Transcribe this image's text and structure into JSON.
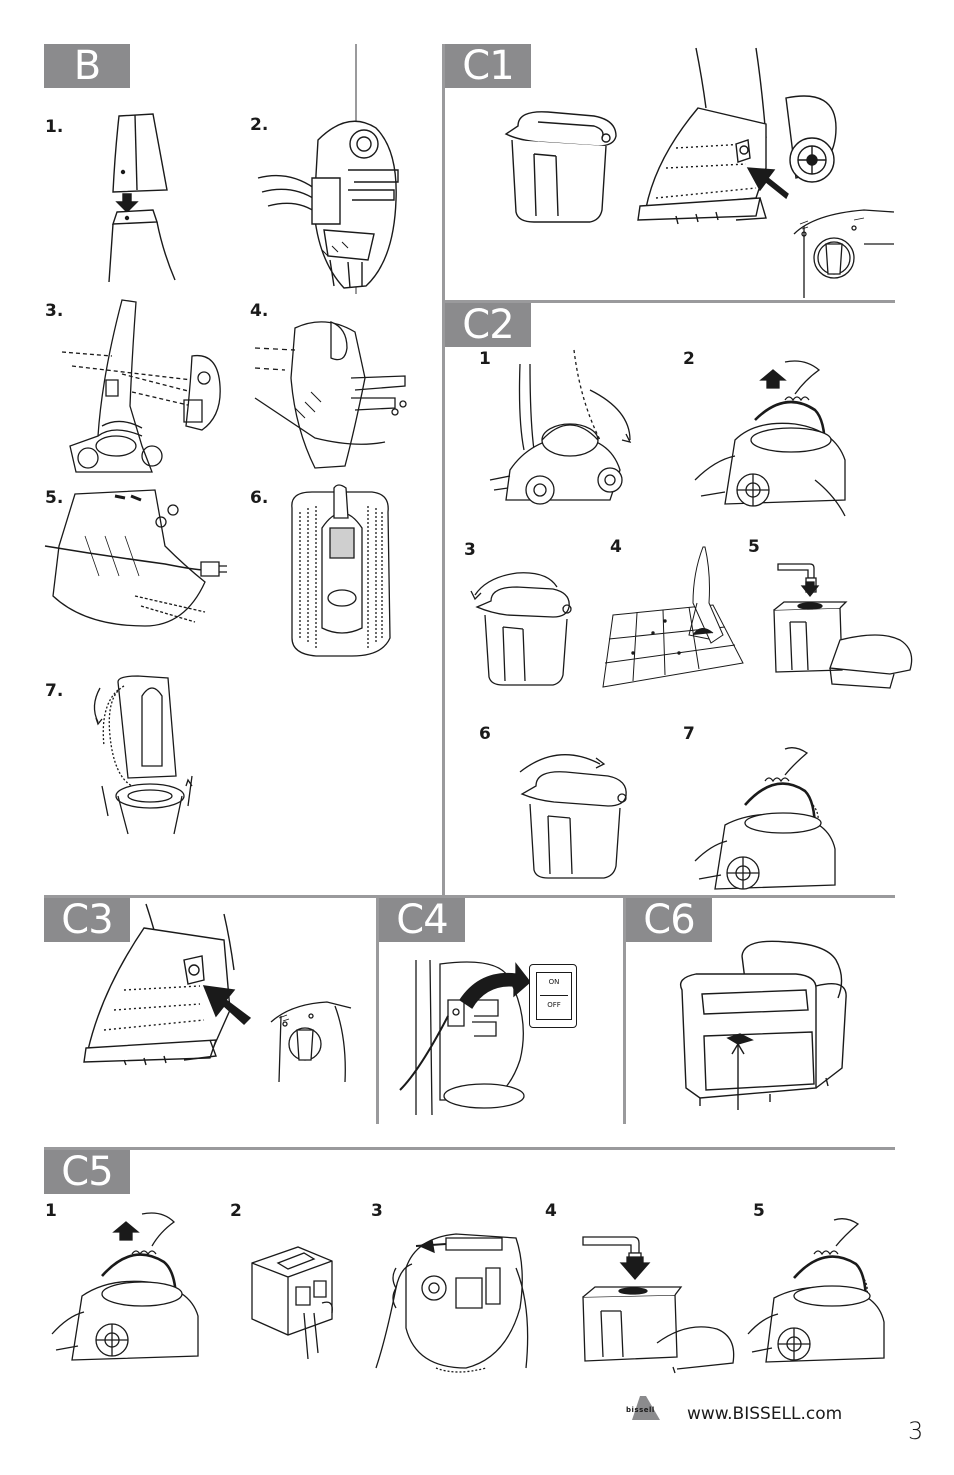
{
  "sections": {
    "B": {
      "label": "B",
      "steps": [
        "1.",
        "2.",
        "3.",
        "4.",
        "5.",
        "6.",
        "7."
      ]
    },
    "C1": {
      "label": "C1"
    },
    "C2": {
      "label": "C2",
      "steps": [
        "1",
        "2",
        "3",
        "4",
        "5",
        "6",
        "7"
      ]
    },
    "C3": {
      "label": "C3"
    },
    "C4": {
      "label": "C4"
    },
    "C6": {
      "label": "C6"
    },
    "C5": {
      "label": "C5",
      "steps": [
        "1",
        "2",
        "3",
        "4",
        "5"
      ]
    }
  },
  "switch": {
    "on": "ON",
    "off": "OFF"
  },
  "footer": {
    "brand": "BISSELL",
    "url": "www.BISSELL.com",
    "page_number": "3"
  },
  "colors": {
    "label_bg": "#8b8b8d",
    "rule": "#9a9a9c",
    "ink": "#1a1a1a"
  }
}
